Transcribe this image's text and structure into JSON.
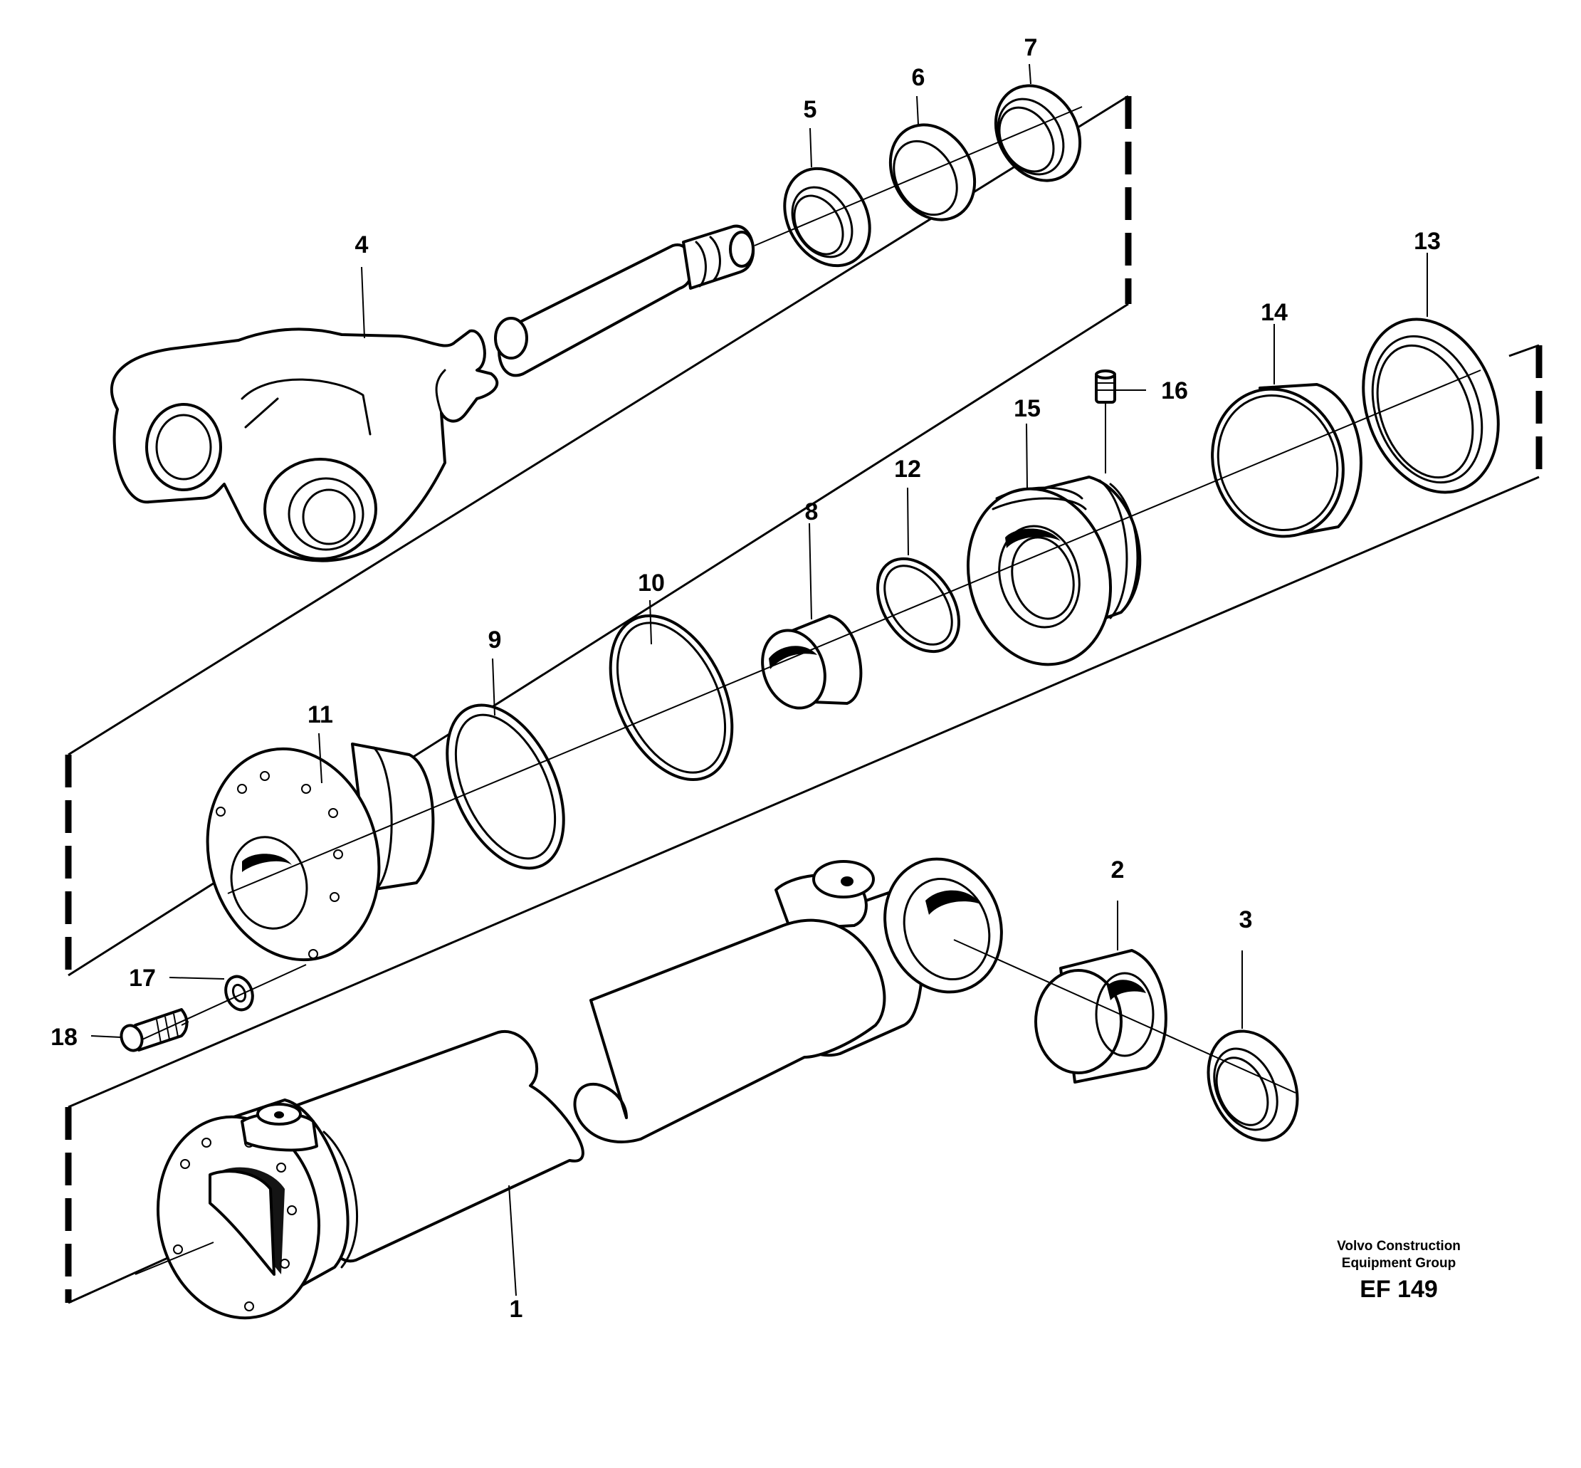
{
  "parts": [
    {
      "id": "1",
      "label": "1"
    },
    {
      "id": "2",
      "label": "2"
    },
    {
      "id": "3",
      "label": "3"
    },
    {
      "id": "4",
      "label": "4"
    },
    {
      "id": "5",
      "label": "5"
    },
    {
      "id": "6",
      "label": "6"
    },
    {
      "id": "7",
      "label": "7"
    },
    {
      "id": "8",
      "label": "8"
    },
    {
      "id": "9",
      "label": "9"
    },
    {
      "id": "10",
      "label": "10"
    },
    {
      "id": "11",
      "label": "11"
    },
    {
      "id": "12",
      "label": "12"
    },
    {
      "id": "13",
      "label": "13"
    },
    {
      "id": "14",
      "label": "14"
    },
    {
      "id": "15",
      "label": "15"
    },
    {
      "id": "16",
      "label": "16"
    },
    {
      "id": "17",
      "label": "17"
    },
    {
      "id": "18",
      "label": "18"
    }
  ],
  "publisher": {
    "line1": "Volvo Construction",
    "line2": "Equipment Group"
  },
  "figure_code": "EF 149"
}
